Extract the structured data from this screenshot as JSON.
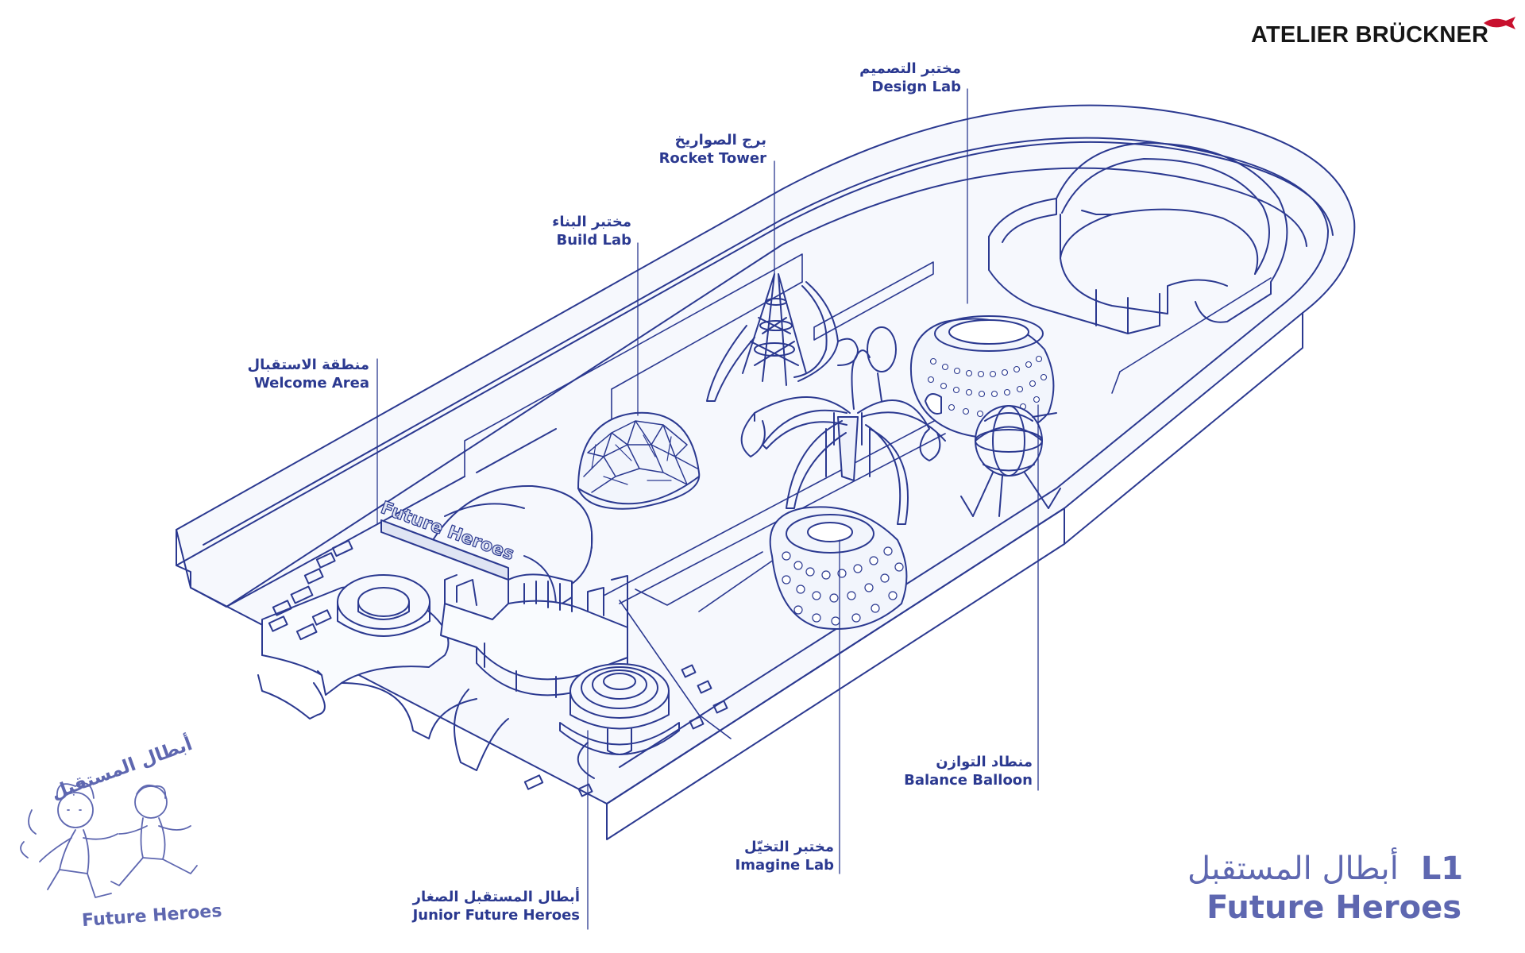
{
  "brand": {
    "name": "ATELIER BRÜCKNER",
    "color": "#161616",
    "accent": "#c8102e"
  },
  "palette": {
    "line": "#2b3990",
    "light_line": "#5e67b0"
  },
  "labels": {
    "design_lab": {
      "ar": "مختبر التصميم",
      "en": "Design Lab"
    },
    "rocket_tower": {
      "ar": "برج الصواريخ",
      "en": "Rocket Tower"
    },
    "build_lab": {
      "ar": "مختبر البناء",
      "en": "Build Lab"
    },
    "welcome_area": {
      "ar": "منطقة الاستقبال",
      "en": "Welcome Area"
    },
    "balance_balloon": {
      "ar": "منطاد التوازن",
      "en": "Balance Balloon"
    },
    "imagine_lab": {
      "ar": "مختبر التخيّل",
      "en": "Imagine Lab"
    },
    "junior_future_heroes": {
      "ar": "أبطال المستقبل الصغار",
      "en": "Junior Future Heroes"
    }
  },
  "sign_text": "Future Heroes",
  "logo": {
    "ar": "أبطال المستقبل",
    "en": "Future Heroes"
  },
  "level": {
    "code": "L1",
    "ar": "أبطال المستقبل",
    "en": "Future Heroes"
  }
}
